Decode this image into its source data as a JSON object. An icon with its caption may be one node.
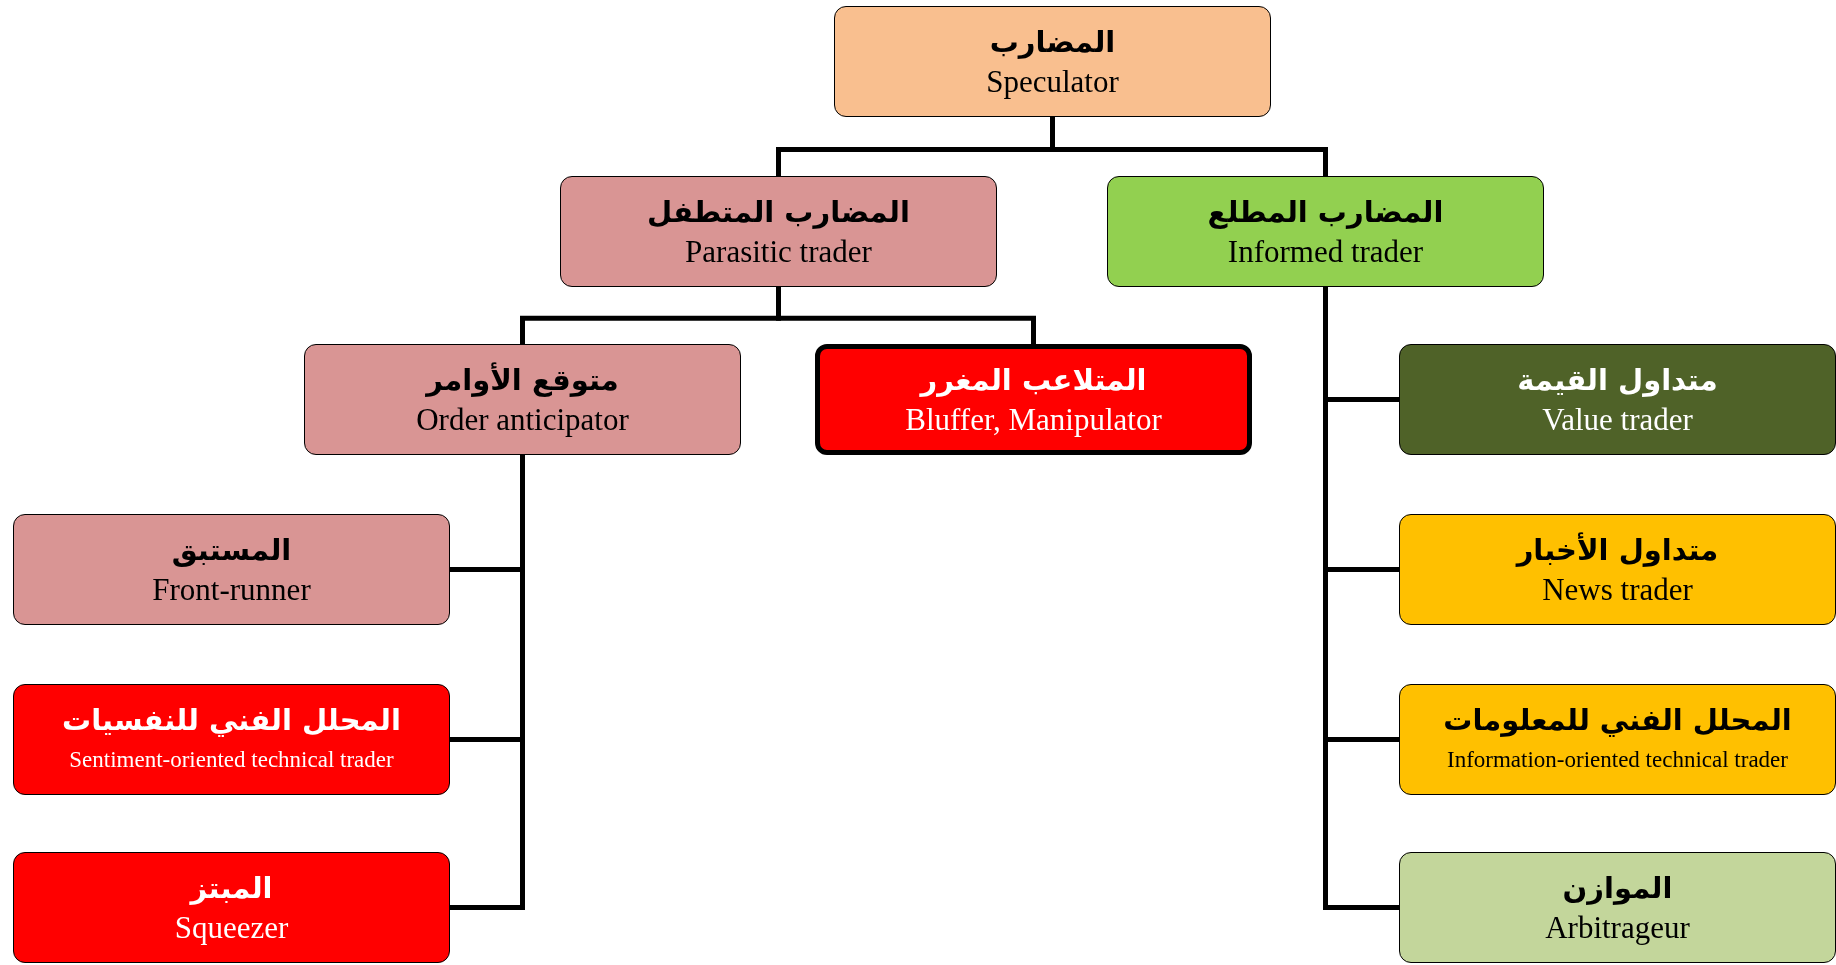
{
  "diagram": {
    "nodes": [
      {
        "text": [
          "المضارب",
          "Speculator"
        ]
      },
      {
        "text": [
          "المضارب المتطفل",
          "Parasitic trader"
        ]
      },
      {
        "text": [
          "المضارب المطلع",
          "Informed trader"
        ]
      },
      {
        "text": [
          "متوقع الأوامر",
          "Order anticipator"
        ]
      },
      {
        "text": [
          "المتلاعب المغرر",
          "Bluffer, Manipulator"
        ]
      },
      {
        "text": [
          "متداول القيمة",
          "Value trader"
        ]
      },
      {
        "text": [
          "المستبق",
          "Front-runner"
        ]
      },
      {
        "text": [
          "متداول الأخبار",
          "News trader"
        ]
      },
      {
        "text": [
          "المحلل الفني للنفسيات",
          "Sentiment-oriented technical trader"
        ]
      },
      {
        "text": [
          "المحلل الفني للمعلومات",
          "Information-oriented technical trader"
        ]
      },
      {
        "text": [
          "المبتز",
          "Squeezer"
        ]
      },
      {
        "text": [
          "الموازن",
          "Arbitrageur"
        ]
      }
    ],
    "edges": [
      {
        "from": 0,
        "to": 1,
        "arrow": "none"
      },
      {
        "from": 0,
        "to": 2,
        "arrow": "none"
      },
      {
        "from": 1,
        "to": 3,
        "arrow": "none"
      },
      {
        "from": 1,
        "to": 4,
        "arrow": "none"
      },
      {
        "from": 2,
        "to": 5,
        "arrow": "none"
      },
      {
        "from": 2,
        "to": 7,
        "arrow": "none"
      },
      {
        "from": 2,
        "to": 9,
        "arrow": "none"
      },
      {
        "from": 2,
        "to": 11,
        "arrow": "none"
      },
      {
        "from": 3,
        "to": 6,
        "arrow": "none"
      },
      {
        "from": 3,
        "to": 8,
        "arrow": "none"
      },
      {
        "from": 3,
        "to": 10,
        "arrow": "none"
      }
    ]
  }
}
